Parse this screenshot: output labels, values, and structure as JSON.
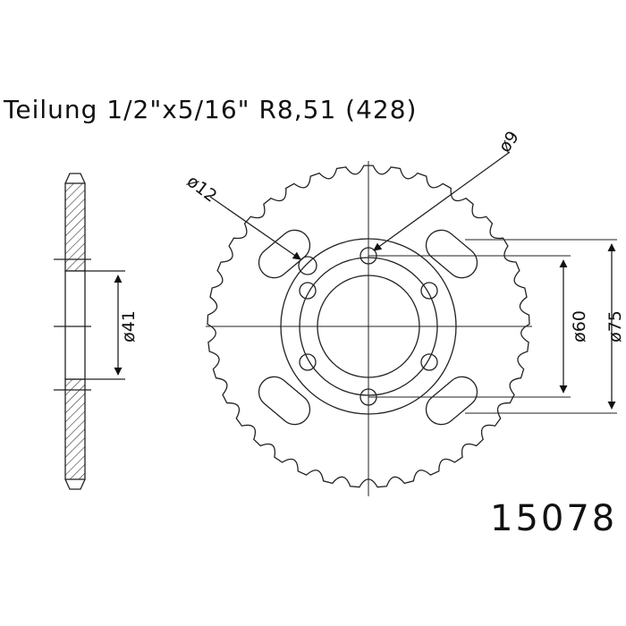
{
  "title": "Teilung 1/2\"x5/16\" R8,51 (428)",
  "part_number": "15078",
  "dimensions": {
    "bolt_hole": "ø9",
    "slot": "ø12",
    "hub": "ø41",
    "bolt_circle": "ø60",
    "center_bore_ring": "ø75"
  },
  "sprocket": {
    "teeth": 37,
    "bolt_holes": 6
  },
  "colors": {
    "line": "#222222",
    "hatch": "#333333",
    "background": "#ffffff"
  }
}
